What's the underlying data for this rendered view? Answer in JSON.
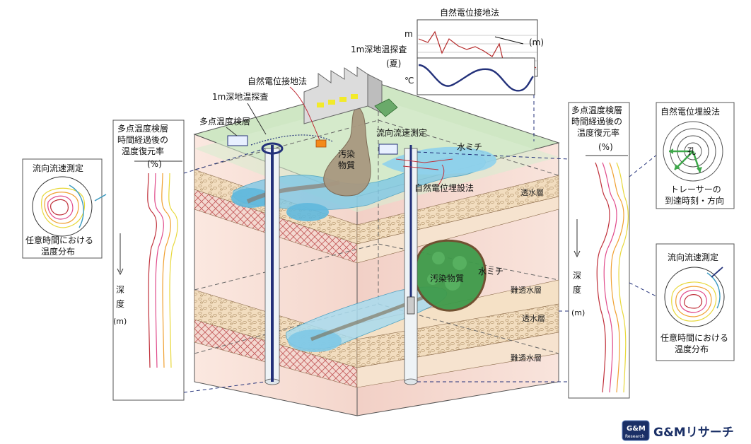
{
  "labels": {
    "self_potential_ground": "自然電位接地法",
    "self_potential_ground_top": "自然電位接地法",
    "shallow_temp_survey": "1m深地温探査",
    "shallow_temp_survey_summer": "1m深地温探査",
    "summer": "(夏)",
    "multipoint_logging": "多点温度検層",
    "flow_measure_center": "流向流速測定",
    "pollutant_top": "汚染",
    "pollutant_top_2": "物質",
    "pollutant_lower": "汚染物質",
    "water_mist_top": "水ミチ",
    "water_mist_lower": "水ミチ",
    "self_potential_buried_center": "自然電位埋設法",
    "axis_m": "m",
    "axis_m_unit": "(m)",
    "axis_c": "℃"
  },
  "layers": {
    "permeable_1": "透水層",
    "low_perm_1": "難透水層",
    "permeable_2": "透水層",
    "low_perm_2": "難透水層"
  },
  "left_panel": {
    "title_1": "多点温度検層",
    "title_2": "時間経過後の",
    "title_3": "温度復元率",
    "unit": "(%)",
    "depth_1": "深",
    "depth_2": "度",
    "depth_unit": "(m)"
  },
  "right_panel": {
    "title_1": "多点温度検層",
    "title_2": "時間経過後の",
    "title_3": "温度復元率",
    "unit": "(%)",
    "depth_1": "深",
    "depth_2": "度",
    "depth_unit": "(m)"
  },
  "left_inset": {
    "title": "流向流速測定",
    "caption_1": "任意時間における",
    "caption_2": "温度分布"
  },
  "right_inset_top": {
    "title": "自然電位埋設法",
    "hole": "孔",
    "caption_1": "トレーサーの",
    "caption_2": "到達時刻・方向"
  },
  "right_inset_bottom": {
    "title": "流向流速測定",
    "caption_1": "任意時間における",
    "caption_2": "温度分布"
  },
  "logo": {
    "badge": "G&M",
    "badge_sub": "Research",
    "name": "G&Mリサーチ"
  },
  "colors": {
    "green_surface": "#cfe7c4",
    "soil": "#f1dcc0",
    "hatch": "#c96a6a",
    "water": "#7ec8e6",
    "pollutant": "#a89880",
    "pollutant_green": "#3e9a4a",
    "pipe": "#23317a",
    "logo": "#1a2f66"
  }
}
